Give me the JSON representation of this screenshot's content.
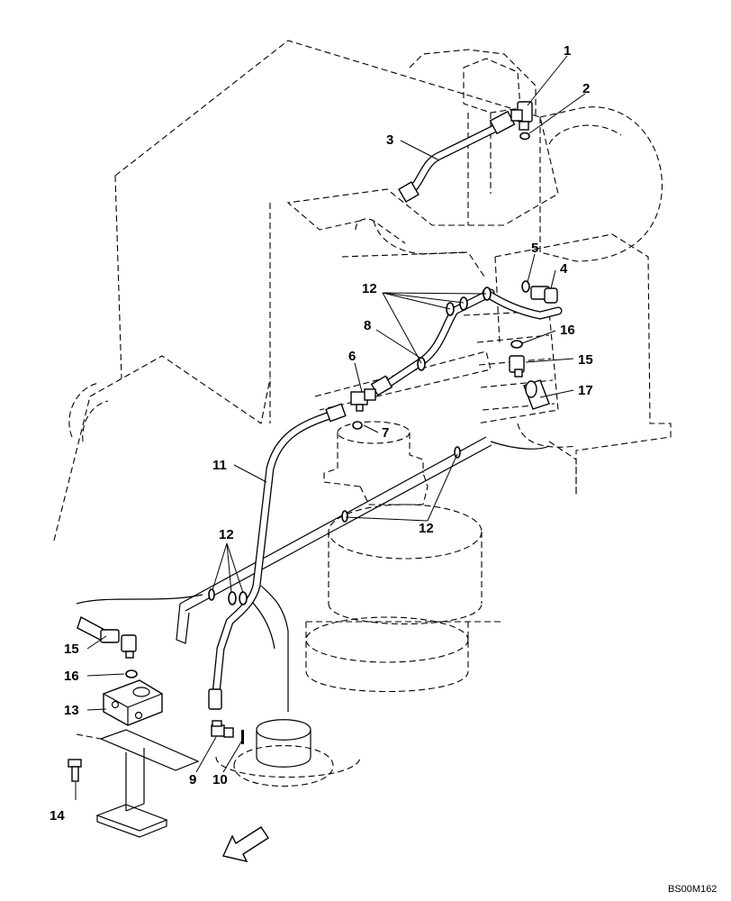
{
  "drawing": {
    "code": "BS00M162",
    "callouts": [
      {
        "id": "c1",
        "label": "1"
      },
      {
        "id": "c2",
        "label": "2"
      },
      {
        "id": "c3",
        "label": "3"
      },
      {
        "id": "c4",
        "label": "4"
      },
      {
        "id": "c5",
        "label": "5"
      },
      {
        "id": "c6",
        "label": "6"
      },
      {
        "id": "c7",
        "label": "7"
      },
      {
        "id": "c8",
        "label": "8"
      },
      {
        "id": "c9",
        "label": "9"
      },
      {
        "id": "c10",
        "label": "10"
      },
      {
        "id": "c11",
        "label": "11"
      },
      {
        "id": "c12a",
        "label": "12"
      },
      {
        "id": "c12b",
        "label": "12"
      },
      {
        "id": "c12c",
        "label": "12"
      },
      {
        "id": "c13",
        "label": "13"
      },
      {
        "id": "c14",
        "label": "14"
      },
      {
        "id": "c15a",
        "label": "15"
      },
      {
        "id": "c15b",
        "label": "15"
      },
      {
        "id": "c16a",
        "label": "16"
      },
      {
        "id": "c16b",
        "label": "16"
      },
      {
        "id": "c17",
        "label": "17"
      }
    ]
  }
}
